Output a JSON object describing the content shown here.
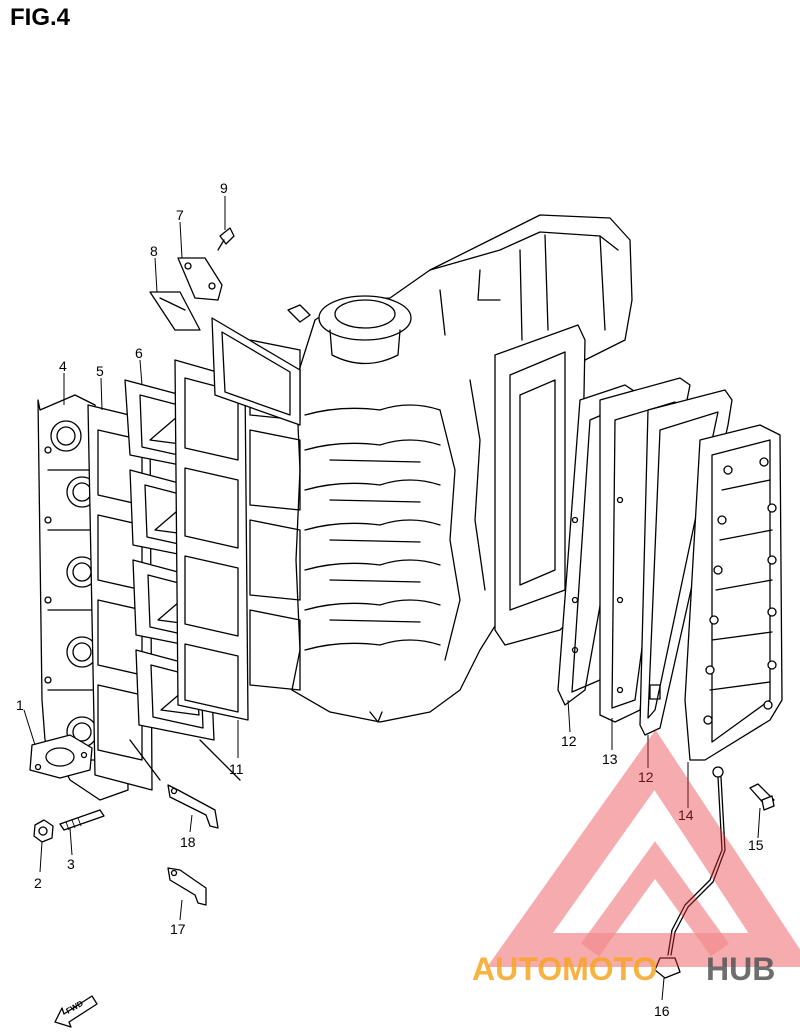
{
  "figure": {
    "title": "FIG.4"
  },
  "callouts": [
    {
      "id": "c1",
      "label": "1"
    },
    {
      "id": "c2",
      "label": "2"
    },
    {
      "id": "c3",
      "label": "3"
    },
    {
      "id": "c4",
      "label": "4"
    },
    {
      "id": "c5",
      "label": "5"
    },
    {
      "id": "c6",
      "label": "6"
    },
    {
      "id": "c7",
      "label": "7"
    },
    {
      "id": "c8",
      "label": "8"
    },
    {
      "id": "c9",
      "label": "9"
    },
    {
      "id": "c11",
      "label": "11"
    },
    {
      "id": "c12a",
      "label": "12"
    },
    {
      "id": "c12b",
      "label": "12"
    },
    {
      "id": "c13",
      "label": "13"
    },
    {
      "id": "c14",
      "label": "14"
    },
    {
      "id": "c15",
      "label": "15"
    },
    {
      "id": "c16",
      "label": "16"
    },
    {
      "id": "c17",
      "label": "17"
    },
    {
      "id": "c18",
      "label": "18"
    }
  ],
  "fwd_arrow": {
    "label": "FWD"
  },
  "watermark": {
    "text_part1": "AUTOMOTO",
    "text_part2": "HUB",
    "color_primary": "#f5a623",
    "color_secondary": "#555555",
    "logo_color": "#e8333a"
  }
}
